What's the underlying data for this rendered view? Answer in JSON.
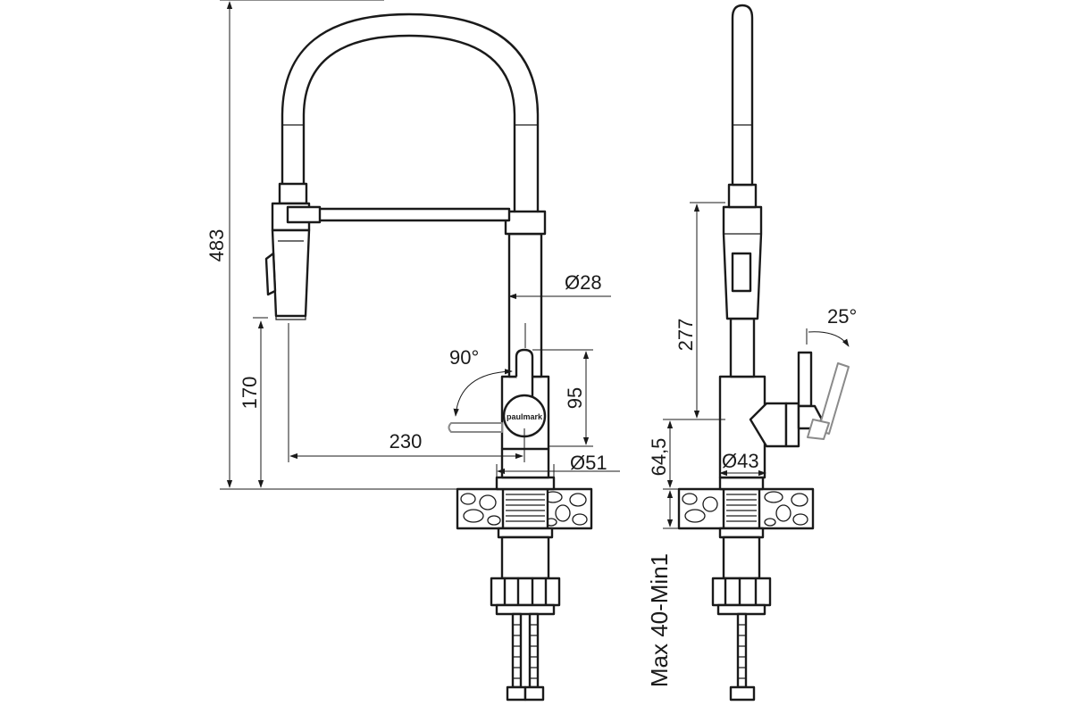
{
  "brand_mark": "paulmark",
  "dimensions": {
    "total_height": "483",
    "spout_height": "170",
    "spout_reach": "230",
    "body_diameter": "Ø28",
    "lever_rotation": "90°",
    "lever_height": "95",
    "base_diameter": "Ø51",
    "side_upper_height": "277",
    "lever_tilt": "25°",
    "side_base_height": "64,5",
    "side_body_diameter": "Ø43",
    "countertop_thickness": "Max 40-Min1"
  }
}
